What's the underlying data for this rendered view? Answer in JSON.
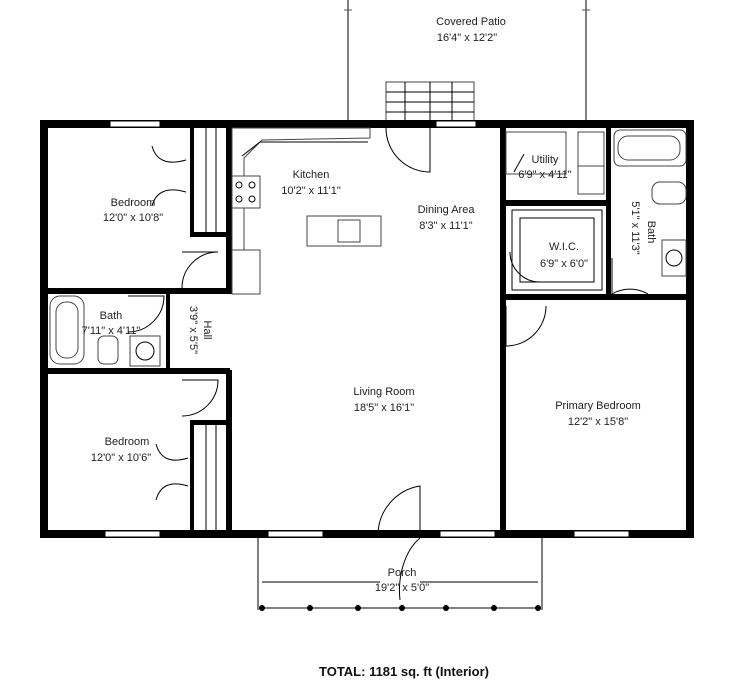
{
  "rooms": {
    "covered_patio": {
      "name": "Covered Patio",
      "size": "16'4\" x 12'2\""
    },
    "kitchen": {
      "name": "Kitchen",
      "size": "10'2\" x 11'1\""
    },
    "dining_area": {
      "name": "Dining Area",
      "size": "8'3\" x 11'1\""
    },
    "utility": {
      "name": "Utility",
      "size": "6'9\" x 4'11\""
    },
    "bath_right": {
      "name": "Bath",
      "size": "5'1\" x 11'3\""
    },
    "bedroom_top": {
      "name": "Bedroom",
      "size": "12'0\" x 10'8\""
    },
    "wic": {
      "name": "W.I.C.",
      "size": "6'9\" x 6'0\""
    },
    "bath_left": {
      "name": "Bath",
      "size": "7'11\" x 4'11\""
    },
    "hall": {
      "name": "Hall",
      "size": "3'9\" x 5'5\""
    },
    "living_room": {
      "name": "Living Room",
      "size": "18'5\" x 16'1\""
    },
    "primary_bedroom": {
      "name": "Primary Bedroom",
      "size": "12'2\" x 15'8\""
    },
    "bedroom_bottom": {
      "name": "Bedroom",
      "size": "12'0\" x 10'6\""
    },
    "porch": {
      "name": "Porch",
      "size": "19'2\" x 5'0\""
    }
  },
  "total": "TOTAL: 1181 sq. ft (Interior)"
}
